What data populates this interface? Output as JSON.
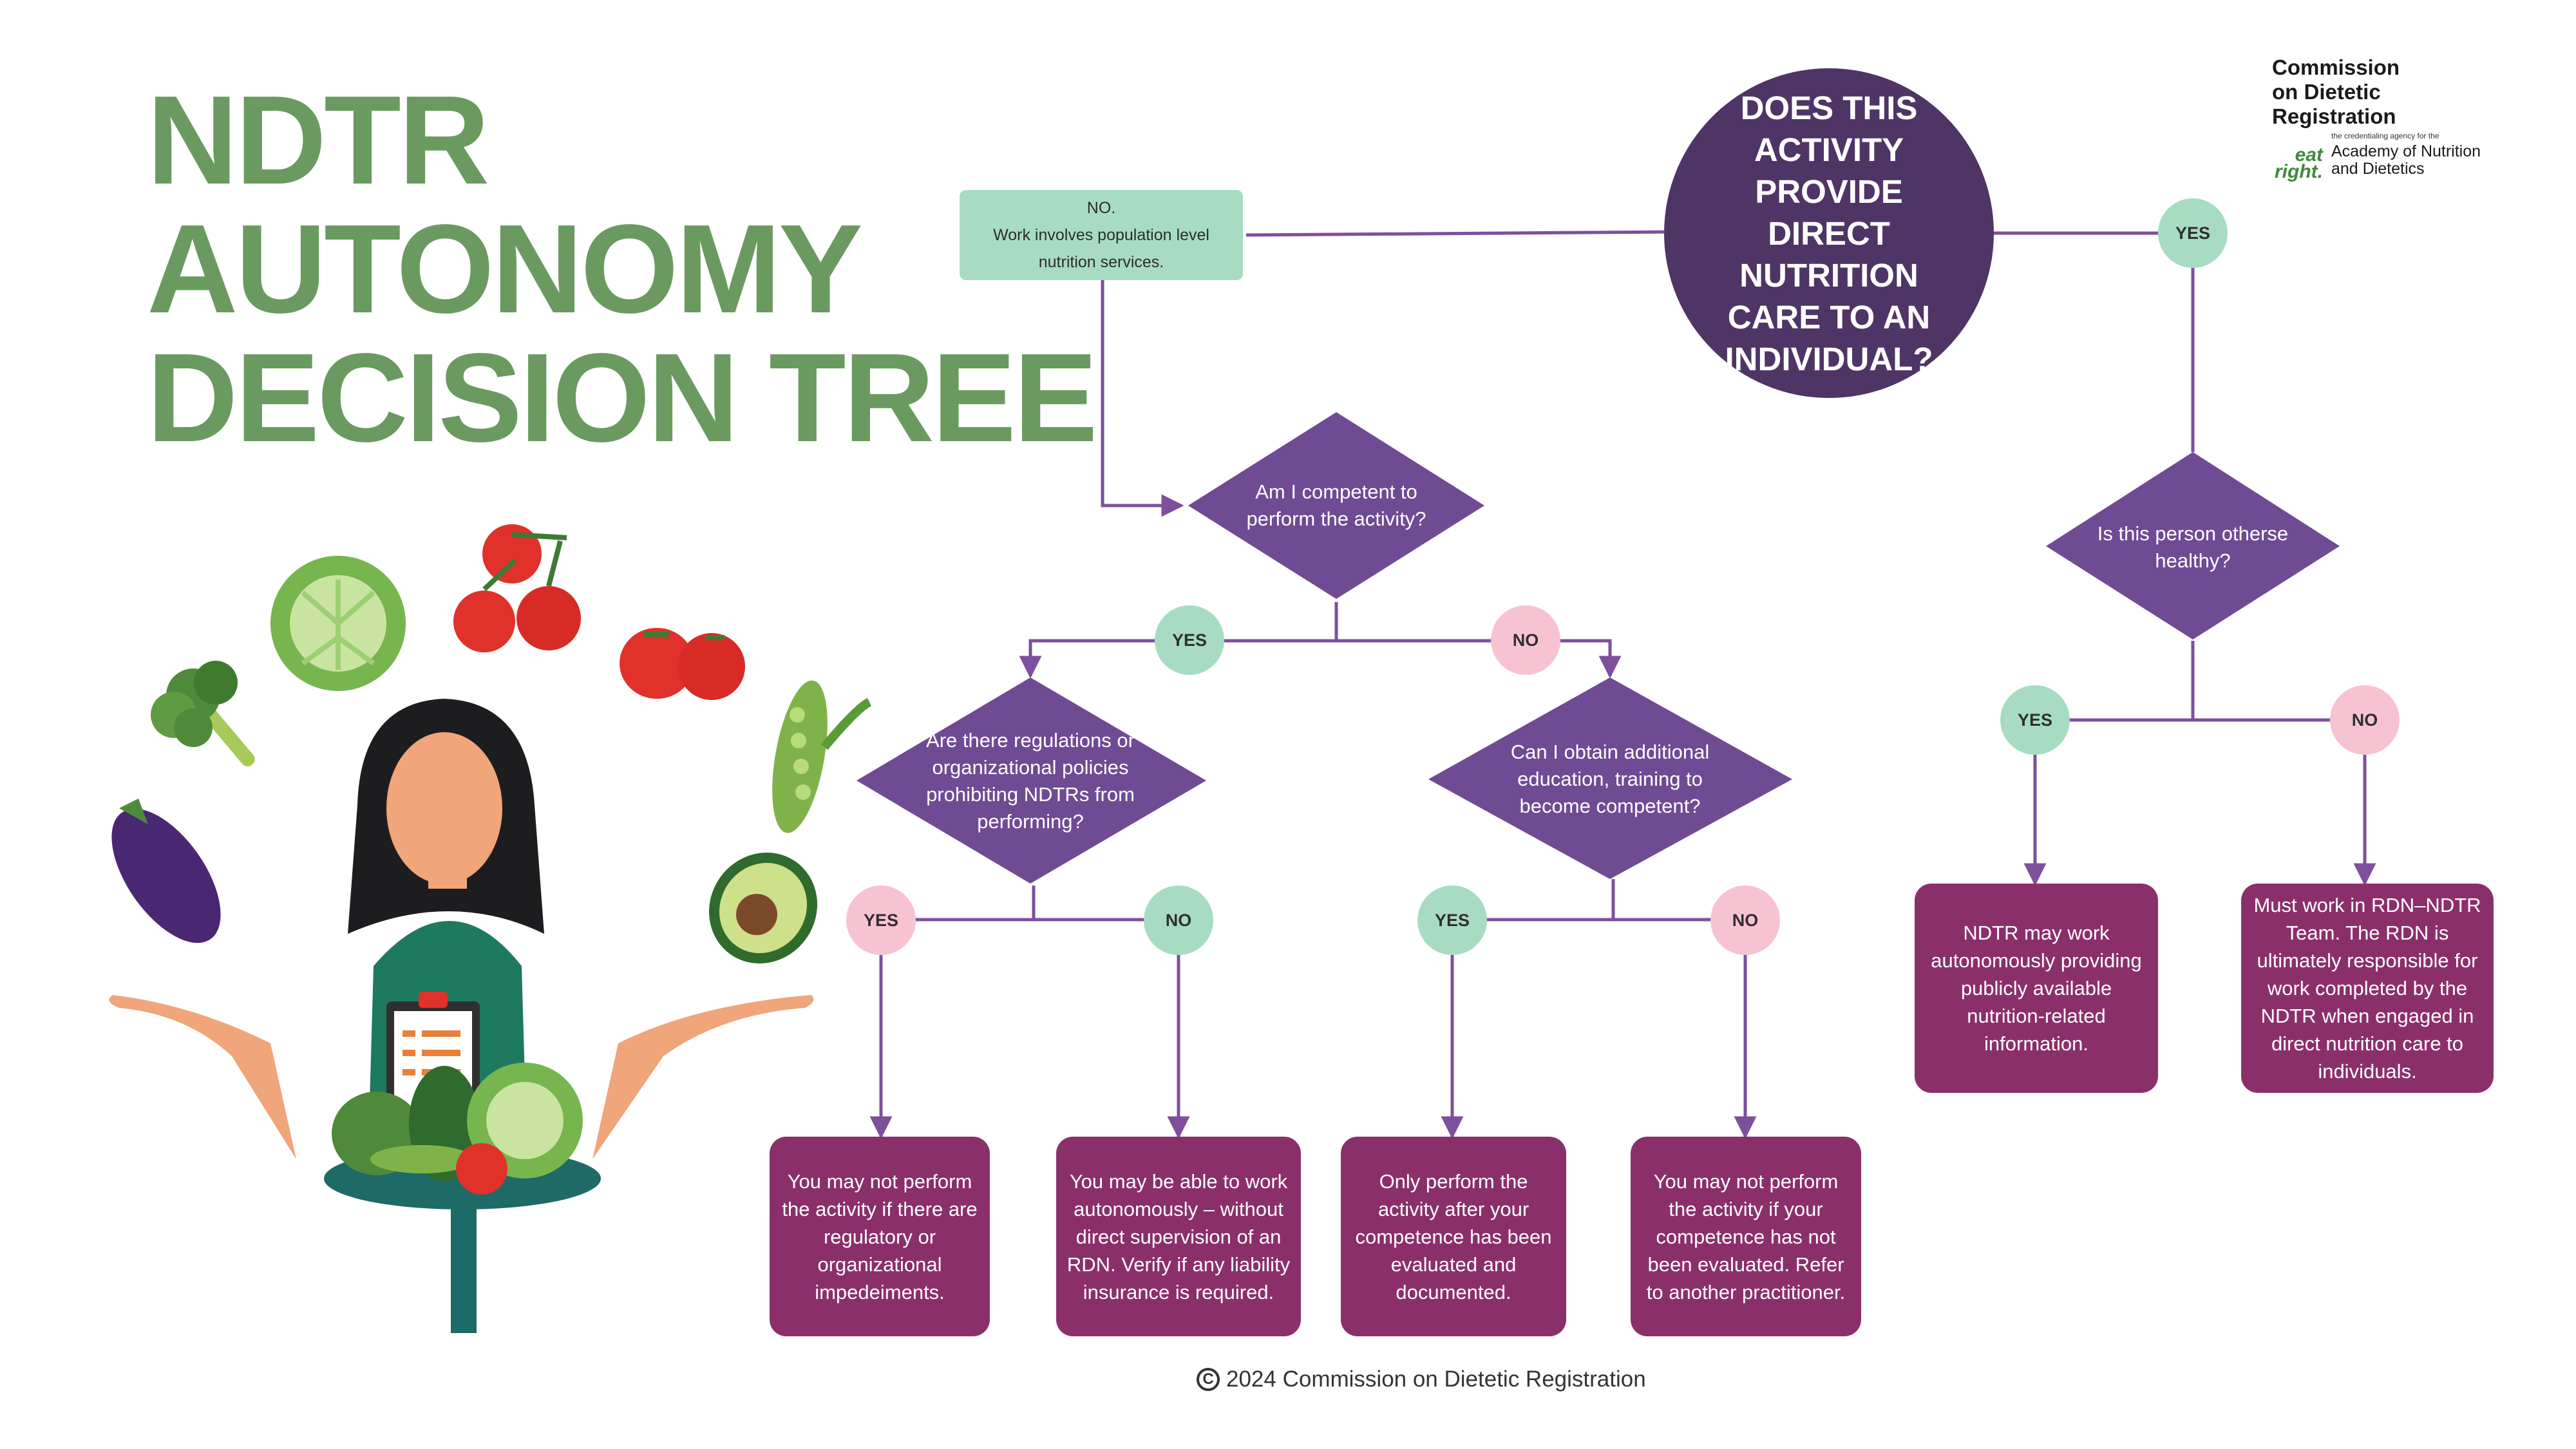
{
  "title": {
    "line1": "NDTR",
    "line2": "AUTONOMY",
    "line3": "DECISION TREE"
  },
  "logo": {
    "line1": "Commission",
    "line2": "on Dietetic",
    "line3": "Registration",
    "eat": "eat",
    "right": "right.",
    "tagline": "the credentialing agency for the",
    "sub1": "Academy of Nutrition",
    "sub2": "and Dietetics"
  },
  "colors": {
    "title_green": "#6a9a60",
    "deep_purple": "#4e3566",
    "diamond_purple": "#6f4b94",
    "result_magenta": "#8b2f6b",
    "yes_green": "#a7dcc3",
    "no_pink": "#f7c3d3",
    "line_purple": "#7d4f9c"
  },
  "nodes": {
    "question": "DOES THIS ACTIVITY PROVIDE DIRECT NUTRITION CARE TO AN INDIVIDUAL?",
    "no_box": {
      "line1": "NO.",
      "line2": "Work involves population level",
      "line3": "nutrition services."
    },
    "competent": "Am I competent to perform the activity?",
    "regulations": "Are there regulations or organizational policies prohibiting NDTRs from performing?",
    "education": "Can I obtain additional education, training to become competent?",
    "healthy": "Is this person otherse healthy?",
    "result_regulatory": "You may not perform the activity if there are regulatory or organizational impedeiments.",
    "result_autonomous": "You may be able to work autonomously – without direct supervision of an RDN. Verify if any liability insurance is required.",
    "result_evaluated": "Only perform the activity after your competence has been evaluated and documented.",
    "result_refer": "You may not perform the activity if your competence has not been evaluated. Refer to another practitioner.",
    "result_public": "NDTR may work autonomously providing publicly available nutrition-related information.",
    "result_team": "Must work in RDN–NDTR Team. The RDN is ultimately responsible for work completed by the NDTR when engaged in direct nutrition care to individuals."
  },
  "labels": {
    "yes": "YES",
    "no": "NO"
  },
  "footer": {
    "copyright": "2024 Commission on Dietetic Registration",
    "symbol": "C"
  }
}
